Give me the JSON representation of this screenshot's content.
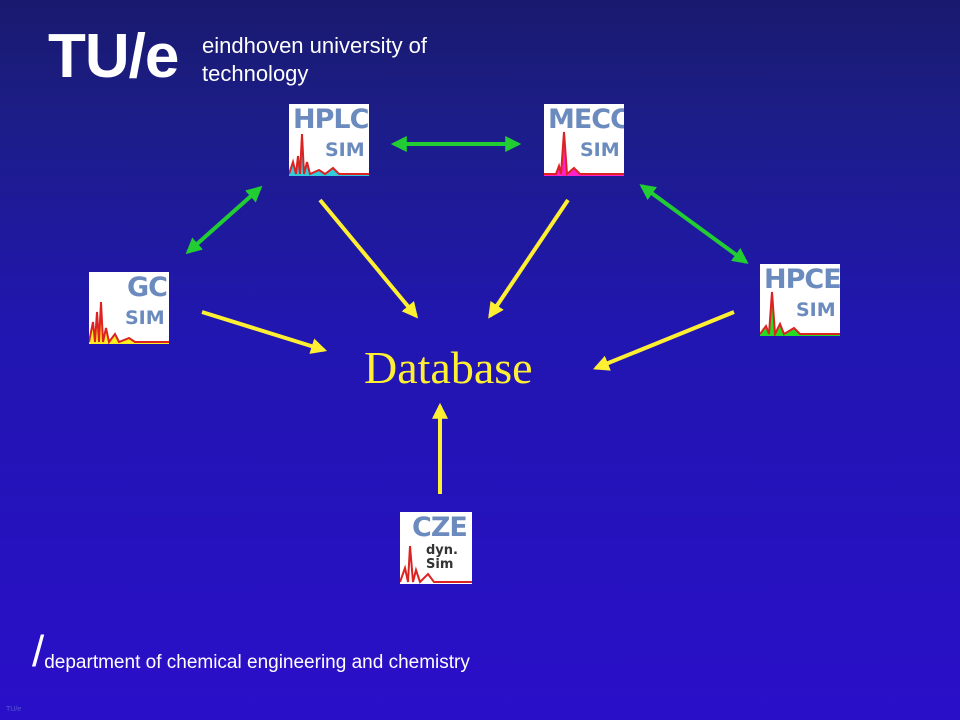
{
  "header": {
    "logo": "TU/e",
    "university_line1": "eindhoven university of",
    "university_line2": "technology"
  },
  "center": {
    "label": "Database"
  },
  "simulators": [
    {
      "title": "HPLC",
      "subtitle": "SIM",
      "fill_color": "#33ccdd"
    },
    {
      "title": "MECC",
      "subtitle": "SIM",
      "fill_color": "#ff22cc"
    },
    {
      "title": "GC",
      "subtitle": "SIM",
      "fill_color": "#ffee22"
    },
    {
      "title": "HPCE",
      "subtitle": "SIM",
      "fill_color": "#22dd22"
    },
    {
      "title": "CZE",
      "subtitle": "dyn. Sim",
      "fill_color": "#ffffff"
    }
  ],
  "colors": {
    "background_top": "#191a6e",
    "background_bottom": "#2a0fc9",
    "data_arrow": "#ffef33",
    "link_arrow": "#22cc33",
    "chromatogram_line": "#dd2222",
    "icon_text": "#6b8bbf"
  },
  "footer": {
    "slash": "/",
    "department": "department of chemical engineering and chemistry",
    "small_text": "TU/e"
  }
}
